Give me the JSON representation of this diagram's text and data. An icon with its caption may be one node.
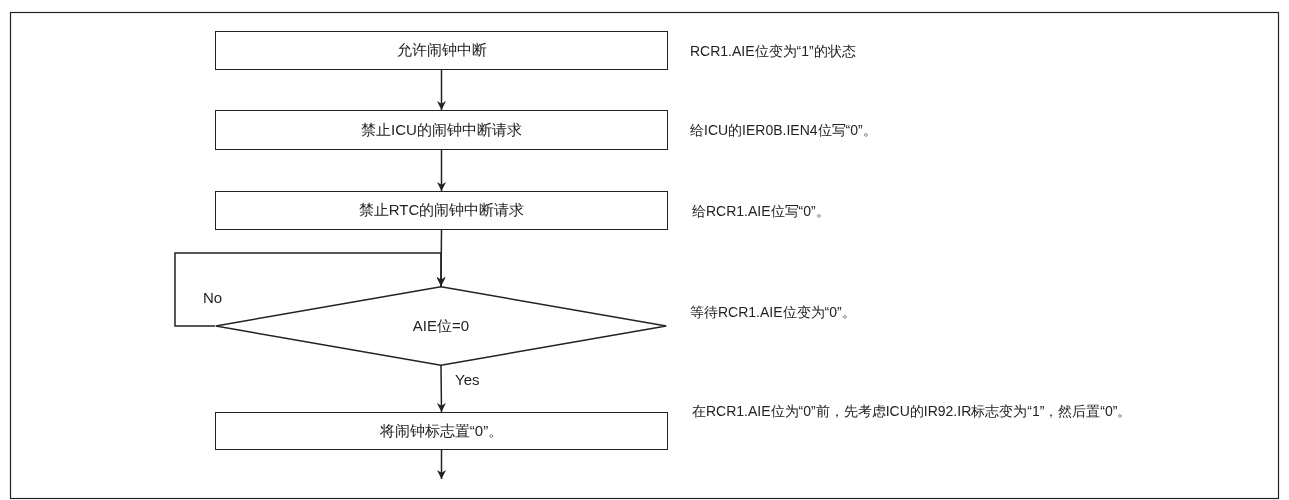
{
  "diagram": {
    "nodes": [
      {
        "text": [
          "允许闹钟中断"
        ],
        "beside": [
          "RCR1.AIE位变为“1”的状态"
        ]
      },
      {
        "text": [
          "禁止ICU的闹钟中断请求"
        ],
        "beside": [
          "给ICU的IER0B.IEN4位写“0”。"
        ]
      },
      {
        "text": [
          "禁止RTC的闹钟中断请求"
        ],
        "beside": [
          "给RCR1.AIE位写“0”。"
        ]
      },
      {
        "text": [
          "AIE位=0"
        ],
        "beside": [
          "等待RCR1.AIE位变为“0”。"
        ]
      },
      {
        "text": [
          "将闹钟标志置“0”。"
        ],
        "beside": [
          "在RCR1.AIE位为“0”前，先考虑ICU的IR92.IR标志变为“1”，然后置“0”。"
        ]
      }
    ],
    "edges": [
      {
        "from": 0,
        "to": 1,
        "arrow": "to"
      },
      {
        "from": 1,
        "to": 2,
        "arrow": "to"
      },
      {
        "from": 2,
        "to": 3,
        "arrow": "to"
      },
      {
        "from": 3,
        "to": 3,
        "arrow": "to",
        "label": "No"
      },
      {
        "from": 3,
        "to": 4,
        "arrow": "to",
        "label": "Yes"
      },
      {
        "from": 4,
        "to": null,
        "arrow": "to"
      }
    ]
  }
}
